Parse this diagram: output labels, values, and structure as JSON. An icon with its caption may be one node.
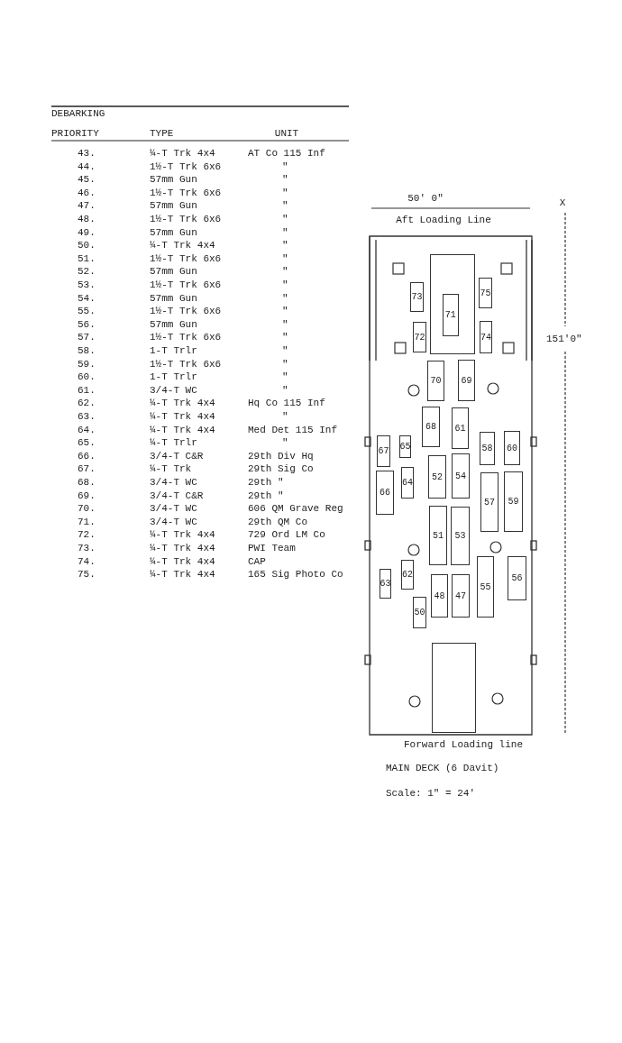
{
  "diagram": {
    "nodes": [
      {
        "text": [],
        "shape": "box"
      },
      {
        "text": [
          "71"
        ],
        "in": 0
      },
      {
        "text": [
          "75"
        ]
      },
      {
        "text": [
          "73"
        ]
      },
      {
        "text": [
          "74"
        ]
      },
      {
        "text": [
          "72"
        ]
      },
      {
        "text": [
          "69"
        ]
      },
      {
        "text": [
          "70"
        ]
      },
      {
        "text": [
          "68"
        ]
      },
      {
        "text": [
          "61"
        ]
      },
      {
        "text": [
          "60"
        ]
      },
      {
        "text": [
          "58"
        ]
      },
      {
        "text": [
          "67"
        ]
      },
      {
        "text": [
          "65"
        ]
      },
      {
        "text": [
          "54"
        ]
      },
      {
        "text": [
          "52"
        ]
      },
      {
        "text": [
          "64"
        ]
      },
      {
        "text": [
          "59"
        ]
      },
      {
        "text": [
          "57"
        ]
      },
      {
        "text": [
          "66"
        ]
      },
      {
        "text": [
          "53"
        ]
      },
      {
        "text": [
          "51"
        ]
      },
      {
        "text": [
          "56"
        ]
      },
      {
        "text": [
          "55"
        ]
      },
      {
        "text": [
          "62"
        ]
      },
      {
        "text": [
          "47"
        ]
      },
      {
        "text": [
          "48"
        ]
      },
      {
        "text": [
          "63"
        ]
      },
      {
        "text": [
          "50"
        ]
      },
      {
        "text": [],
        "shape": "box"
      }
    ],
    "labels": [
      "DEBARKING",
      "PRIORITY",
      "TYPE",
      "UNIT",
      "43.",
      "¼-T Trk 4x4",
      "AT Co 115 Inf",
      "44.",
      "1½-T Trk 6x6",
      "\"",
      "45.",
      "57mm Gun",
      "\"",
      "46.",
      "1½-T Trk 6x6",
      "\"",
      "47.",
      "57mm Gun",
      "\"",
      "48.",
      "1½-T Trk 6x6",
      "\"",
      "49.",
      "57mm Gun",
      "\"",
      "50.",
      "¼-T Trk 4x4",
      "\"",
      "51.",
      "1½-T Trk 6x6",
      "\"",
      "52.",
      "57mm Gun",
      "\"",
      "53.",
      "1½-T Trk 6x6",
      "\"",
      "54.",
      "57mm Gun",
      "\"",
      "55.",
      "1½-T Trk 6x6",
      "\"",
      "56.",
      "57mm Gun",
      "\"",
      "57.",
      "1½-T Trk 6x6",
      "\"",
      "58.",
      "1-T Trlr",
      "\"",
      "59.",
      "1½-T Trk 6x6",
      "\"",
      "60.",
      "1-T Trlr",
      "\"",
      "61.",
      "3/4-T WC",
      "\"",
      "62.",
      "¼-T Trk 4x4",
      "Hq Co 115 Inf",
      "63.",
      "¼-T Trk 4x4",
      "\"",
      "64.",
      "¼-T Trk 4x4",
      "Med Det 115 Inf",
      "65.",
      "¼-T Trlr",
      "\"",
      "66.",
      "3/4-T C&R",
      "29th Div Hq",
      "67.",
      "¼-T Trk",
      "29th Sig Co",
      "68.",
      "3/4-T WC",
      "29th \"",
      "69.",
      "3/4-T C&R",
      "29th \"",
      "70.",
      "3/4-T WC",
      "606 QM Grave Reg",
      "71.",
      "3/4-T WC",
      "29th QM Co",
      "72.",
      "¼-T Trk 4x4",
      "729 Ord LM Co",
      "73.",
      "¼-T Trk 4x4",
      "PWI Team",
      "74.",
      "¼-T Trk 4x4",
      "CAP",
      "75.",
      "¼-T Trk 4x4",
      "165 Sig Photo Co",
      "50' 0\"",
      "X",
      "Aft Loading Line",
      "151'0\"",
      "Forward Loading line",
      "MAIN DECK (6 Davit)",
      "Scale: 1\" = 24'"
    ]
  }
}
